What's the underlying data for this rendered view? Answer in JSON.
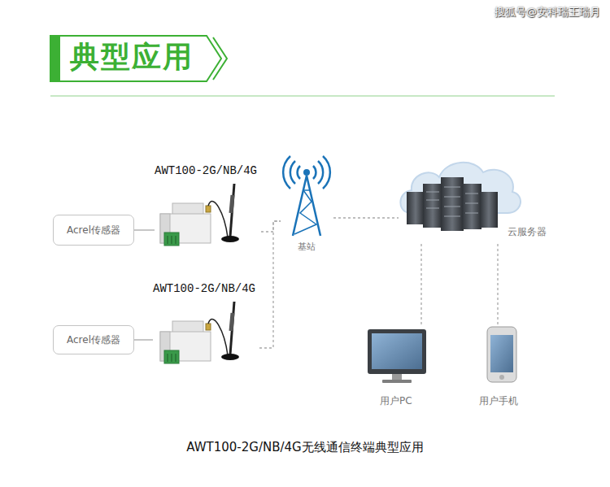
{
  "diagram": {
    "title": "典型应用",
    "caption": "AWT100-2G/NB/4G无线通信终端典型应用",
    "nodes": [
      {
        "text": [
          "AWT100-2G/NB/4G"
        ]
      },
      {
        "text": [
          "Acrel传感器"
        ]
      },
      {
        "text": [
          "基站"
        ]
      },
      {
        "text": [
          "云服务器"
        ]
      },
      {
        "text": [
          "AWT100-2G/NB/4G"
        ]
      },
      {
        "text": [
          "Acrel传感器"
        ]
      },
      {
        "text": [
          "用户PC"
        ]
      },
      {
        "text": [
          "用户手机"
        ]
      }
    ],
    "edges": [
      {
        "from": 1,
        "to": 0,
        "arrow": "none"
      },
      {
        "from": 0,
        "to": 2,
        "arrow": "none"
      },
      {
        "from": 5,
        "to": 4,
        "arrow": "none"
      },
      {
        "from": 4,
        "to": 2,
        "arrow": "none"
      },
      {
        "from": 2,
        "to": 3,
        "arrow": "none"
      },
      {
        "from": 3,
        "to": 6,
        "arrow": "none"
      },
      {
        "from": 3,
        "to": 7,
        "arrow": "none"
      }
    ],
    "labels": [
      "搜狐号@安科瑞王瑞月"
    ]
  }
}
